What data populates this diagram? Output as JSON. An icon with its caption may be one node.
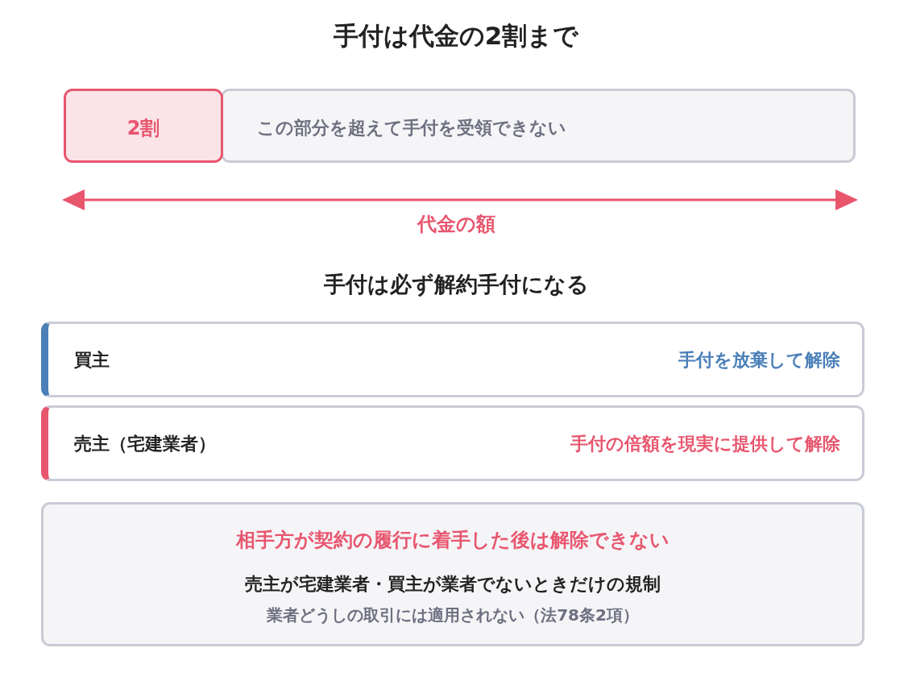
{
  "diagram": {
    "title": "手付は代金の2割まで",
    "nodes": [
      {
        "text": [
          "2割"
        ]
      },
      {
        "text": [
          "この部分を超えて手付を受領できない"
        ]
      },
      {
        "text": [
          "買主",
          "手付を放棄して解除"
        ]
      },
      {
        "text": [
          "売主（宅建業者）",
          "手付の倍額を現実に提供して解除"
        ]
      },
      {
        "text": [
          "相手方が契約の履行に着手した後は解除できない",
          "売主が宅建業者・買主が業者でないときだけの規制",
          "業者どうしの取引には適用されない（法78条2項）"
        ]
      }
    ],
    "labels": [
      "代金の額",
      "手付は必ず解約手付になる"
    ]
  }
}
